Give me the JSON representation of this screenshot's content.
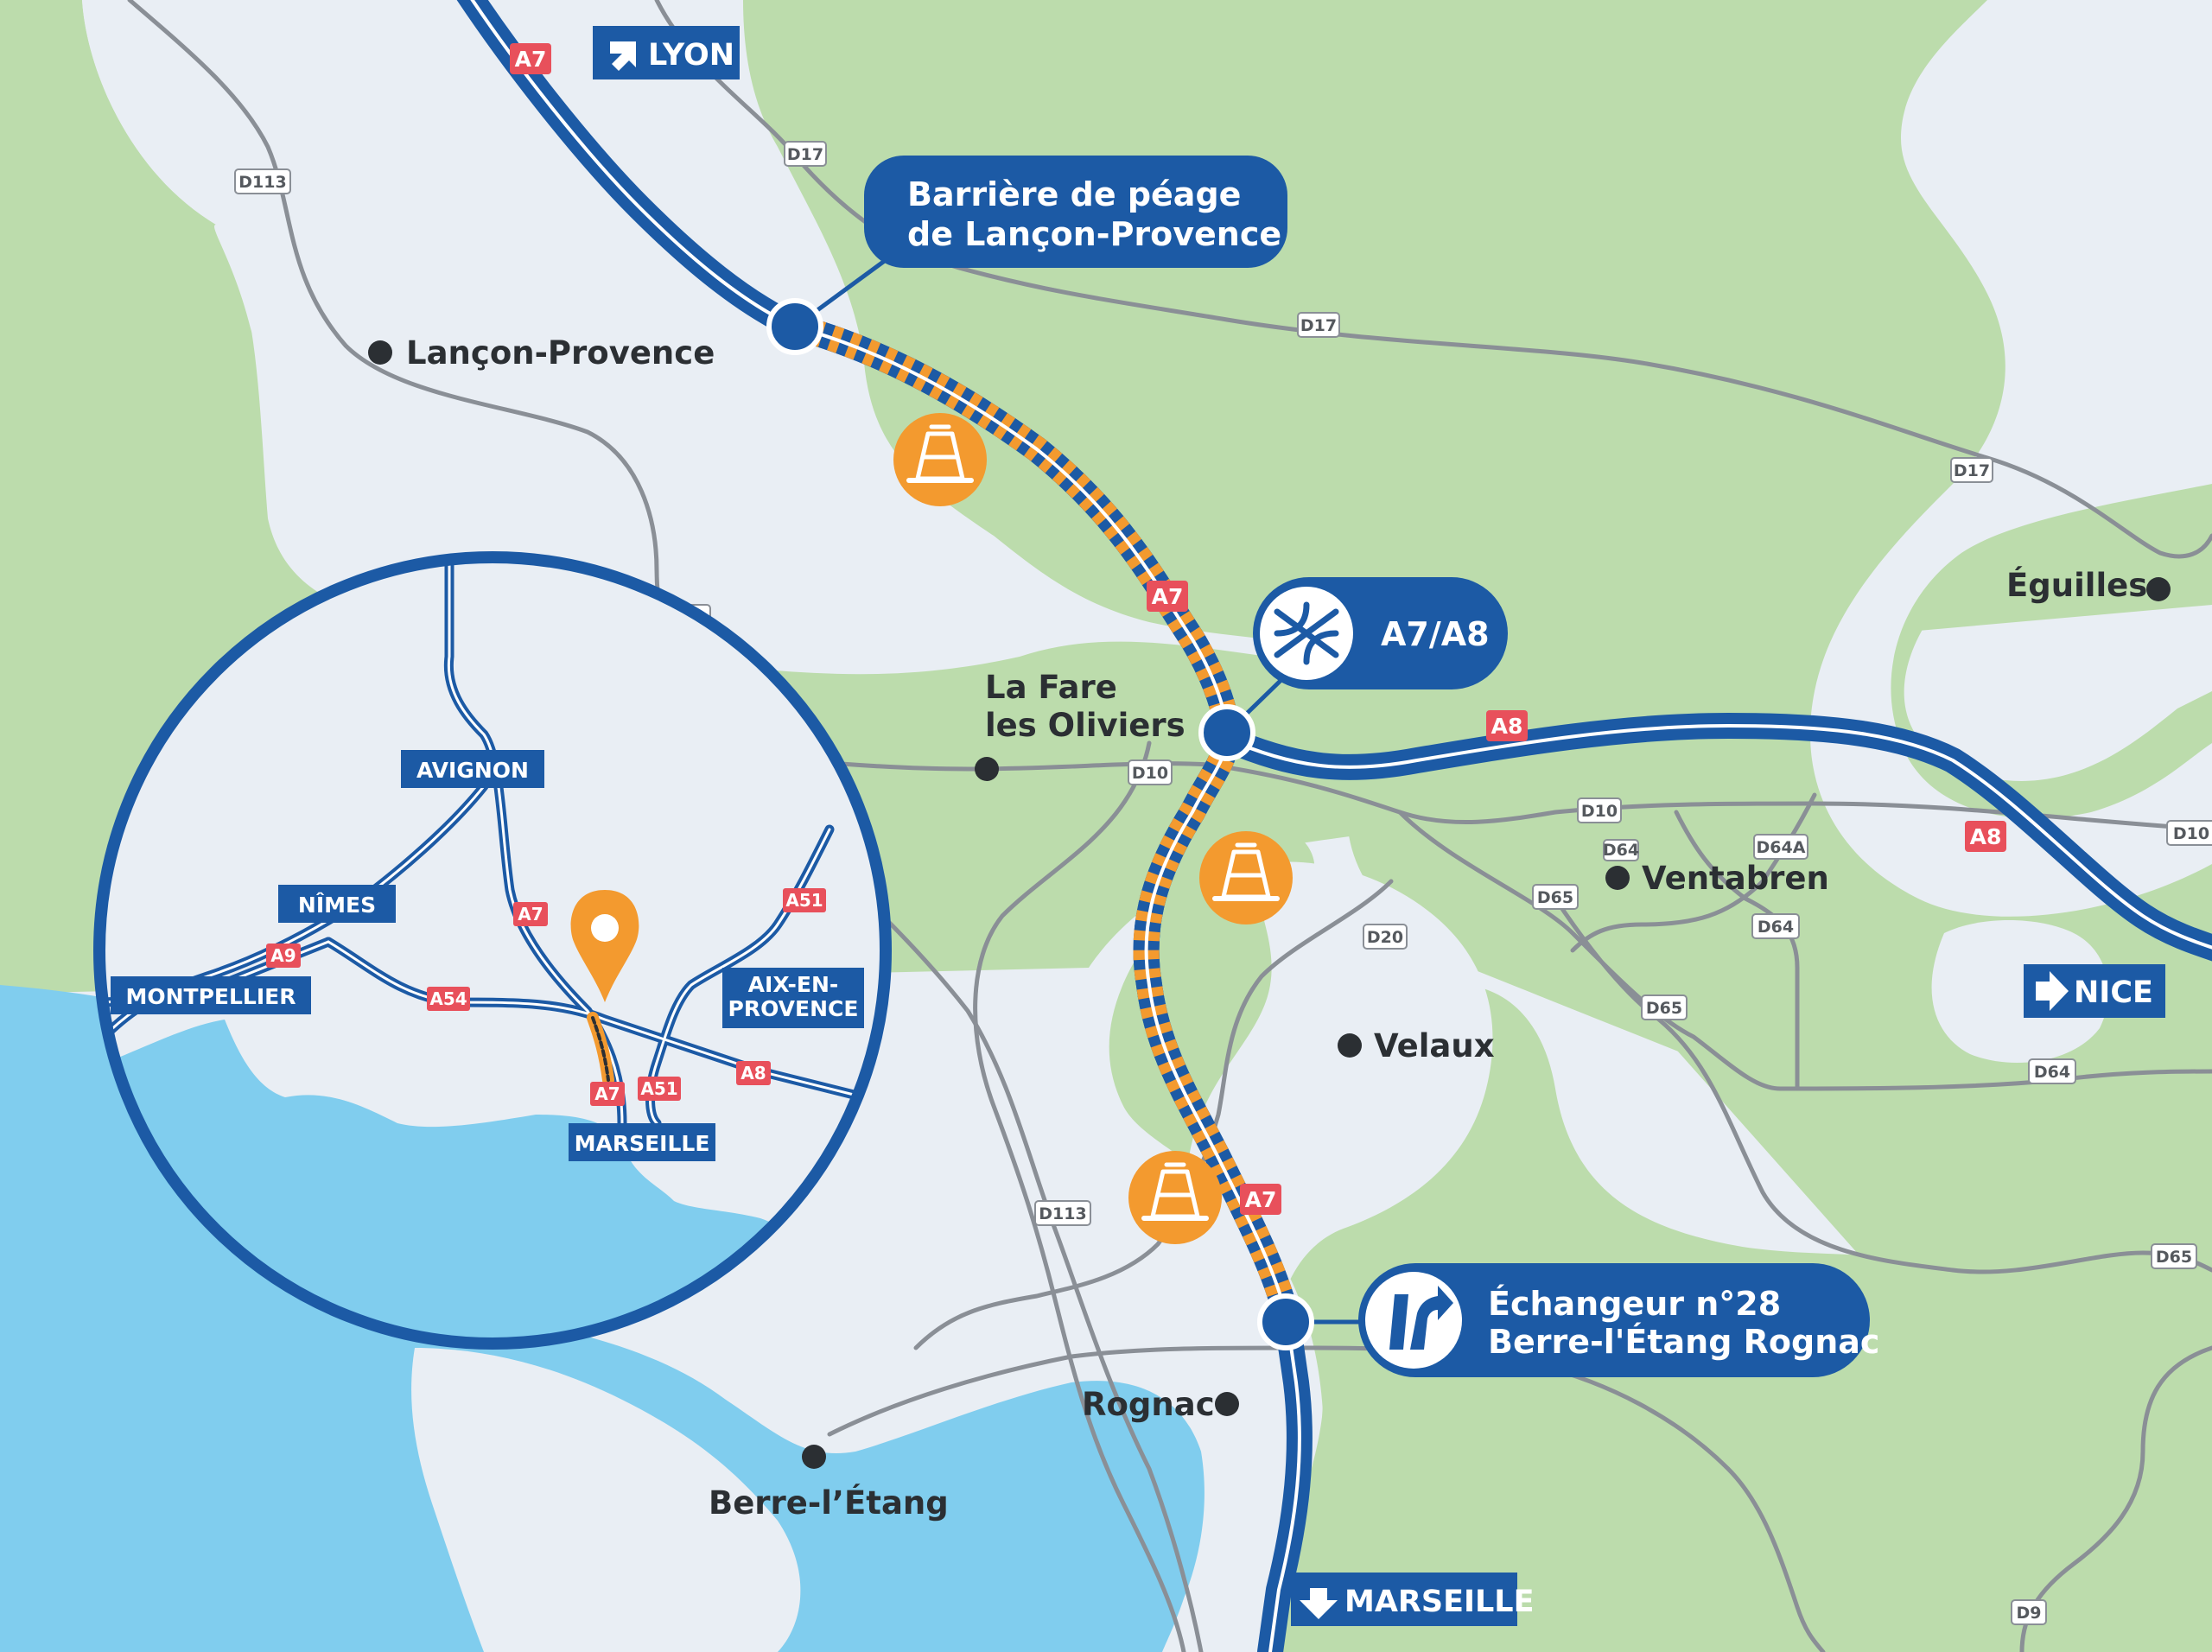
{
  "colors": {
    "land": "#e9eef4",
    "green": "#bcdcac",
    "water": "#80cdee",
    "motorway": "#1c5aa5",
    "works": "#f39a2f",
    "secondary_road": "#8a8f96",
    "highway_badge": "#e8505b"
  },
  "directions": {
    "lyon": "LYON",
    "marseille": "MARSEILLE",
    "nice": "NICE"
  },
  "callouts": {
    "toll_line1": "Barrière de péage",
    "toll_line2": "de Lançon-Provence",
    "junction": "A7/A8",
    "exit_line1": "Échangeur n°28",
    "exit_line2": "Berre-l'Étang Rognac"
  },
  "towns": {
    "lancon": "Lançon-Provence",
    "lafare1": "La Fare",
    "lafare2": "les Oliviers",
    "ventabren": "Ventabren",
    "velaux": "Velaux",
    "rognac": "Rognac",
    "berre": "Berre-l’Étang",
    "eguilles": "Éguilles"
  },
  "highways": {
    "a7_top": "A7",
    "a7_mid": "A7",
    "a7_low": "A7",
    "a8_mid": "A8",
    "a8_right": "A8"
  },
  "roads": {
    "d113_a": "D113",
    "d113_b": "D113",
    "d113_c": "D113",
    "d17_a": "D17",
    "d17_b": "D17",
    "d17_c": "D17",
    "d10_a": "D10",
    "d10_b": "D10",
    "d10_c": "D10",
    "d64": "D64",
    "d64a": "D64A",
    "d64_b": "D64",
    "d64_c": "D64",
    "d65_a": "D65",
    "d65_b": "D65",
    "d65_c": "D65",
    "d20": "D20",
    "d9": "D9"
  },
  "inset": {
    "avignon": "AVIGNON",
    "nimes": "NÎMES",
    "montpellier": "MONTPELLIER",
    "aix1": "AIX-EN-",
    "aix2": "PROVENCE",
    "marseille": "MARSEILLE",
    "a7_north": "A7",
    "a7_south": "A7",
    "a9": "A9",
    "a54": "A54",
    "a51_north": "A51",
    "a51_south": "A51",
    "a8": "A8"
  },
  "icons": {
    "works": "traffic-cone-icon",
    "interchange": "interchange-icon",
    "exit": "exit-arrow-icon",
    "pin": "location-pin-icon"
  }
}
